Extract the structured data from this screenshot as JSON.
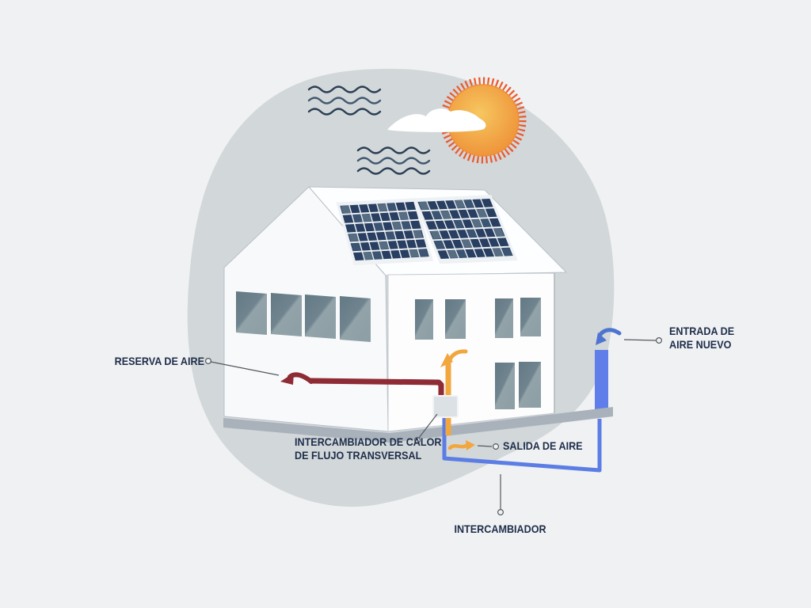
{
  "diagram": {
    "description": "Casa con paneles solares y sistema de ventilacion con intercambiador de calor",
    "labels": {
      "reserva_de_aire": "RESERVA DE AIRE",
      "intercambiador_calor_line1": "INTERCAMBIADOR DE CALOR",
      "intercambiador_calor_line2": "DE FLUJO TRANSVERSAL",
      "salida_de_aire": "SALIDA DE AIRE",
      "intercambiador": "INTERCAMBIADOR",
      "entrada_line1": "ENTRADA DE",
      "entrada_line2": "AIRE NUEVO"
    },
    "colors": {
      "background": "#f0f1f2",
      "blob": "#d2d7d9",
      "sun_core": "#f2a94a",
      "sun_rays": "#ea5a2e",
      "wind_wave_dark": "#2b3e53",
      "wind_wave_light": "#41596f",
      "house_wall": "#f8f9fa",
      "window_glass": "#7d9099",
      "solar_cell": "#293f61",
      "pipe_air_reserve": "#8e2b34",
      "pipe_exhaust": "#f2a63e",
      "pipe_fresh_air": "#5f7ee9",
      "ground_bar": "#a9b2bb",
      "exchanger_box": "#dce1e6",
      "label_text": "#1d2d4a"
    }
  }
}
